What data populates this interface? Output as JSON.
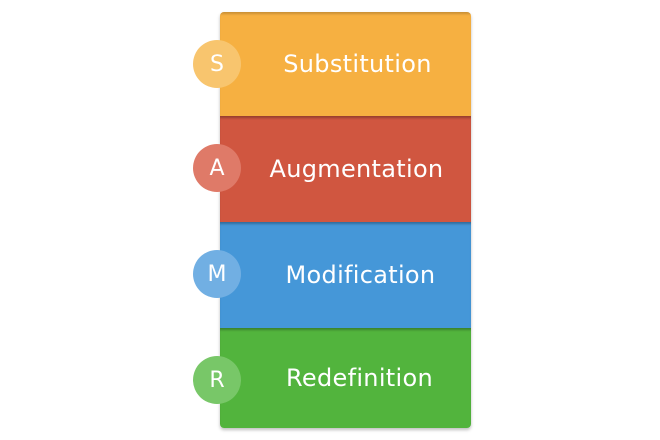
{
  "model": {
    "layers": [
      {
        "letter": "S",
        "label": "Substitution",
        "color": "#f6b041",
        "circle_color": "#f8c56e"
      },
      {
        "letter": "A",
        "label": "Augmentation",
        "color": "#d05640",
        "circle_color": "#df7a68"
      },
      {
        "letter": "M",
        "label": "Modification",
        "color": "#4597d8",
        "circle_color": "#71afe3"
      },
      {
        "letter": "R",
        "label": "Redefinition",
        "color": "#52b43d",
        "circle_color": "#78c768"
      }
    ]
  }
}
